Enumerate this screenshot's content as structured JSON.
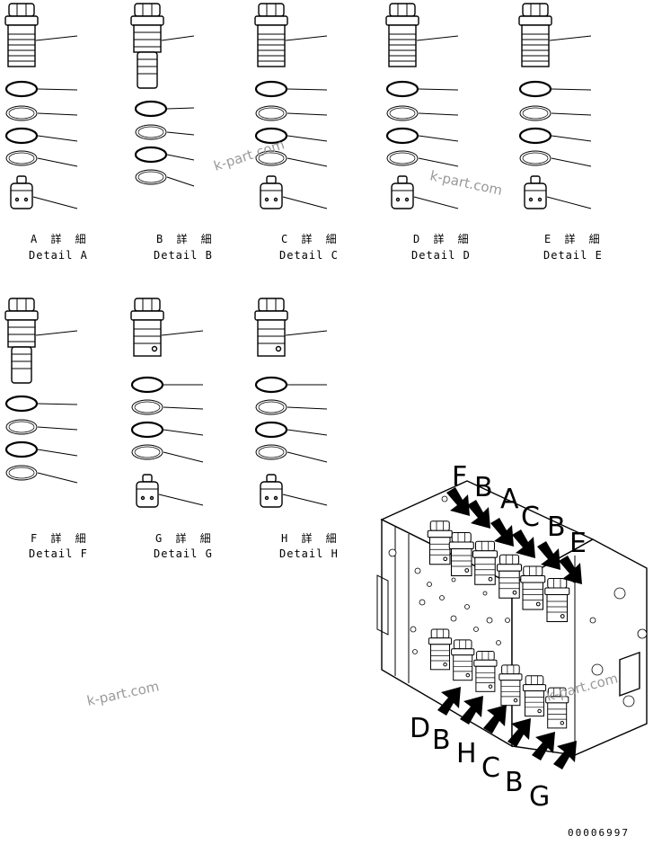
{
  "details": [
    {
      "ja": "A 詳 細",
      "en": "Detail A"
    },
    {
      "ja": "B 詳 細",
      "en": "Detail B"
    },
    {
      "ja": "C 詳 細",
      "en": "Detail C"
    },
    {
      "ja": "D 詳 細",
      "en": "Detail D"
    },
    {
      "ja": "E 詳 細",
      "en": "Detail E"
    },
    {
      "ja": "F 詳 細",
      "en": "Detail F"
    },
    {
      "ja": "G 詳 細",
      "en": "Detail G"
    },
    {
      "ja": "H 詳 細",
      "en": "Detail H"
    }
  ],
  "top_letters": [
    "F",
    "B",
    "A",
    "C",
    "B",
    "E"
  ],
  "bottom_letters": [
    "D",
    "B",
    "H",
    "C",
    "B",
    "G"
  ],
  "watermark": "k-part.com",
  "drawing_code": "00006997"
}
